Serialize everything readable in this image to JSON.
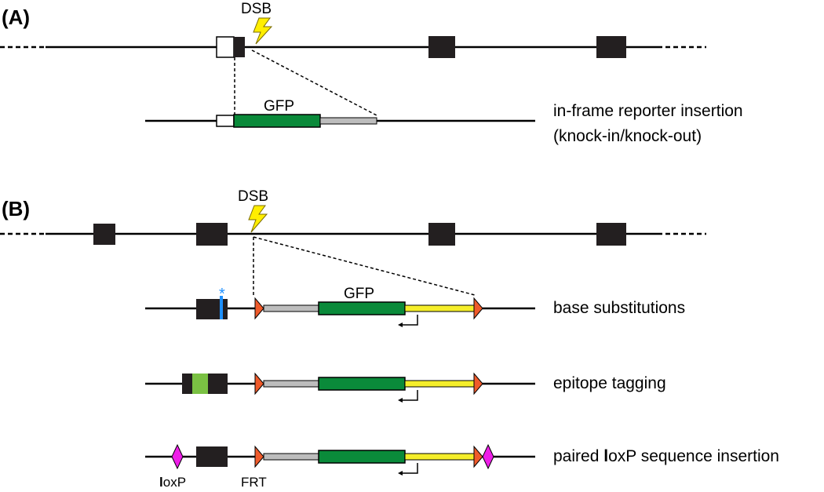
{
  "panels": {
    "a": {
      "label": "(A)",
      "dsb_label": "DSB",
      "insert_label": "GFP",
      "description_line1": "in-frame reporter insertion",
      "description_line2": "(knock-in/knock-out)"
    },
    "b": {
      "label": "(B)",
      "dsb_label": "DSB",
      "insert_label": "GFP",
      "rows": [
        {
          "description": "base substitutions"
        },
        {
          "description": "epitope tagging"
        },
        {
          "description_part1": "paired ",
          "description_bold": "l",
          "description_part2": "oxP sequence insertion"
        }
      ],
      "loxp_label_bold": "l",
      "loxp_label_rest": "oxP",
      "frt_label": "FRT",
      "mutation_mark": "*"
    }
  },
  "colors": {
    "exon": "#231f20",
    "gfp": "#0a8a3a",
    "homology_arm_gray": "#bdbdbd",
    "selection_yellow": "#f5ee2a",
    "frt_orange": "#ef5a2a",
    "loxp_magenta": "#ee1ee8",
    "epitope_green": "#7ac143",
    "substitution_blue": "#1e90ff",
    "lightning": "#ffee00"
  }
}
